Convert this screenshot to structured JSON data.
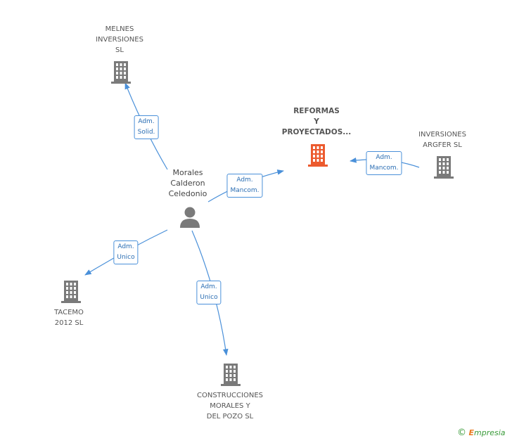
{
  "colors": {
    "building": "#7a7a7a",
    "building_focus": "#ec5a2e",
    "person": "#7a7a7a",
    "edge": "#4a90d9"
  },
  "nodes": {
    "melnes": {
      "label": "MELNES\nINVERSIONES\nSL",
      "icon": "building-icon"
    },
    "reformas": {
      "label": "REFORMAS\nY\nPROYECTADOS...",
      "icon": "building-icon"
    },
    "argfer": {
      "label": "INVERSIONES\nARGFER  SL",
      "icon": "building-icon"
    },
    "morales": {
      "label": "Morales\nCalderon\nCeledonio",
      "icon": "person-icon"
    },
    "tacemo": {
      "label": "TACEMO\n2012 SL",
      "icon": "building-icon"
    },
    "construcciones": {
      "label": "CONSTRUCCIONES\nMORALES Y\nDEL POZO SL",
      "icon": "building-icon"
    }
  },
  "edges": {
    "melnes": "Adm.\nSolid.",
    "reformas": "Adm.\nMancom.",
    "argfer": "Adm.\nMancom.",
    "tacemo": "Adm.\nUnico",
    "construcciones": "Adm.\nUnico"
  },
  "footer": {
    "copyright_symbol": "©",
    "brand_initial": "E",
    "brand_rest": "mpresia"
  }
}
